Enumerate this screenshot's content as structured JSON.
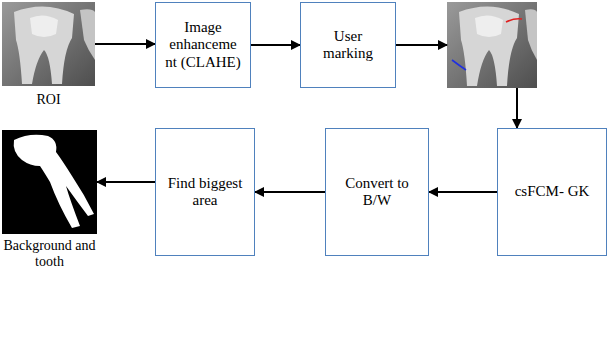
{
  "diagram": {
    "nodes": [
      {
        "text": [
          "ROI"
        ]
      },
      {
        "text": [
          "Image enhanceme nt (CLAHE)"
        ]
      },
      {
        "text": [
          "User marking"
        ]
      },
      {
        "text": []
      },
      {
        "text": [
          "csFCM- GK"
        ]
      },
      {
        "text": [
          "Convert to B/W"
        ]
      },
      {
        "text": [
          "Find biggest area"
        ]
      },
      {
        "text": [
          "Background and tooth"
        ]
      }
    ],
    "edges": [
      {
        "from": 0,
        "to": 1,
        "arrow": "to"
      },
      {
        "from": 1,
        "to": 2,
        "arrow": "to"
      },
      {
        "from": 2,
        "to": 3,
        "arrow": "to"
      },
      {
        "from": 3,
        "to": 4,
        "arrow": "to"
      },
      {
        "from": 4,
        "to": 5,
        "arrow": "to"
      },
      {
        "from": 5,
        "to": 6,
        "arrow": "to"
      },
      {
        "from": 6,
        "to": 7,
        "arrow": "to"
      }
    ]
  }
}
